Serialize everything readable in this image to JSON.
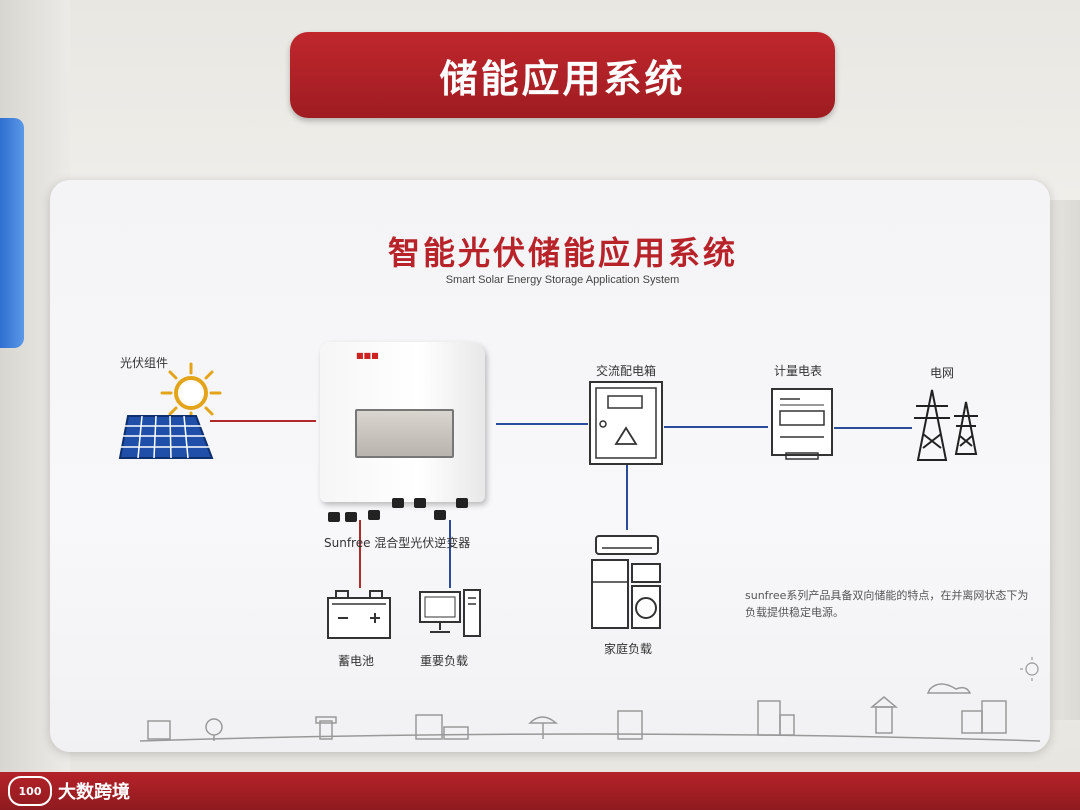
{
  "banner": {
    "title": "储能应用系统"
  },
  "board": {
    "title": "智能光伏储能应用系统",
    "subtitle": "Smart Solar Energy Storage Application System"
  },
  "components": {
    "pv": "光伏组件",
    "inverter_label": "Sunfree 混合型光伏逆变器",
    "ac_box": "交流配电箱",
    "meter": "计量电表",
    "grid": "电网",
    "battery": "蓄电池",
    "critical_load": "重要负载",
    "home_load": "家庭负载"
  },
  "note": "sunfree系列产品具备双向储能的特点，在并离网状态下为负载提供稳定电源。",
  "watermark": {
    "logo": "100",
    "text": "大数跨境"
  },
  "colors": {
    "brand_red": "#b8232a",
    "line_red": "#b02a2a",
    "line_blue": "#2b4c9b"
  }
}
